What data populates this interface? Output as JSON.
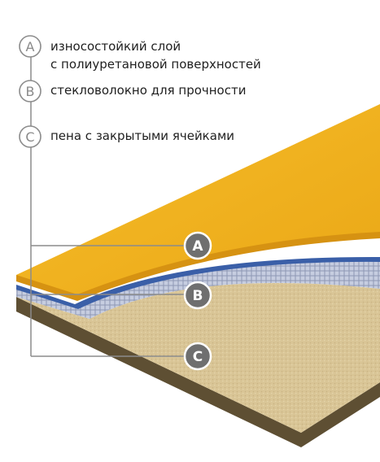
{
  "legend": [
    {
      "letter": "A",
      "line1": "износостойкий слой",
      "line2": "с полиуретановой поверхностей"
    },
    {
      "letter": "B",
      "line1": "стекловолокно для прочности",
      "line2": ""
    },
    {
      "letter": "C",
      "line1": "пена с закрытыми ячейками",
      "line2": ""
    }
  ],
  "callouts": {
    "a": "A",
    "b": "B",
    "c": "C"
  },
  "colors": {
    "top_layer": "#f3b41b",
    "top_layer_edge": "#e29d14",
    "mesh_layer": "#b9c3d8",
    "blue_strip": "#3a5fa8",
    "foam_top": "#d9c596",
    "foam_side": "#6b5a3a",
    "leader_line": "#8c8c8c",
    "callout_fill": "#6f6f6f"
  }
}
